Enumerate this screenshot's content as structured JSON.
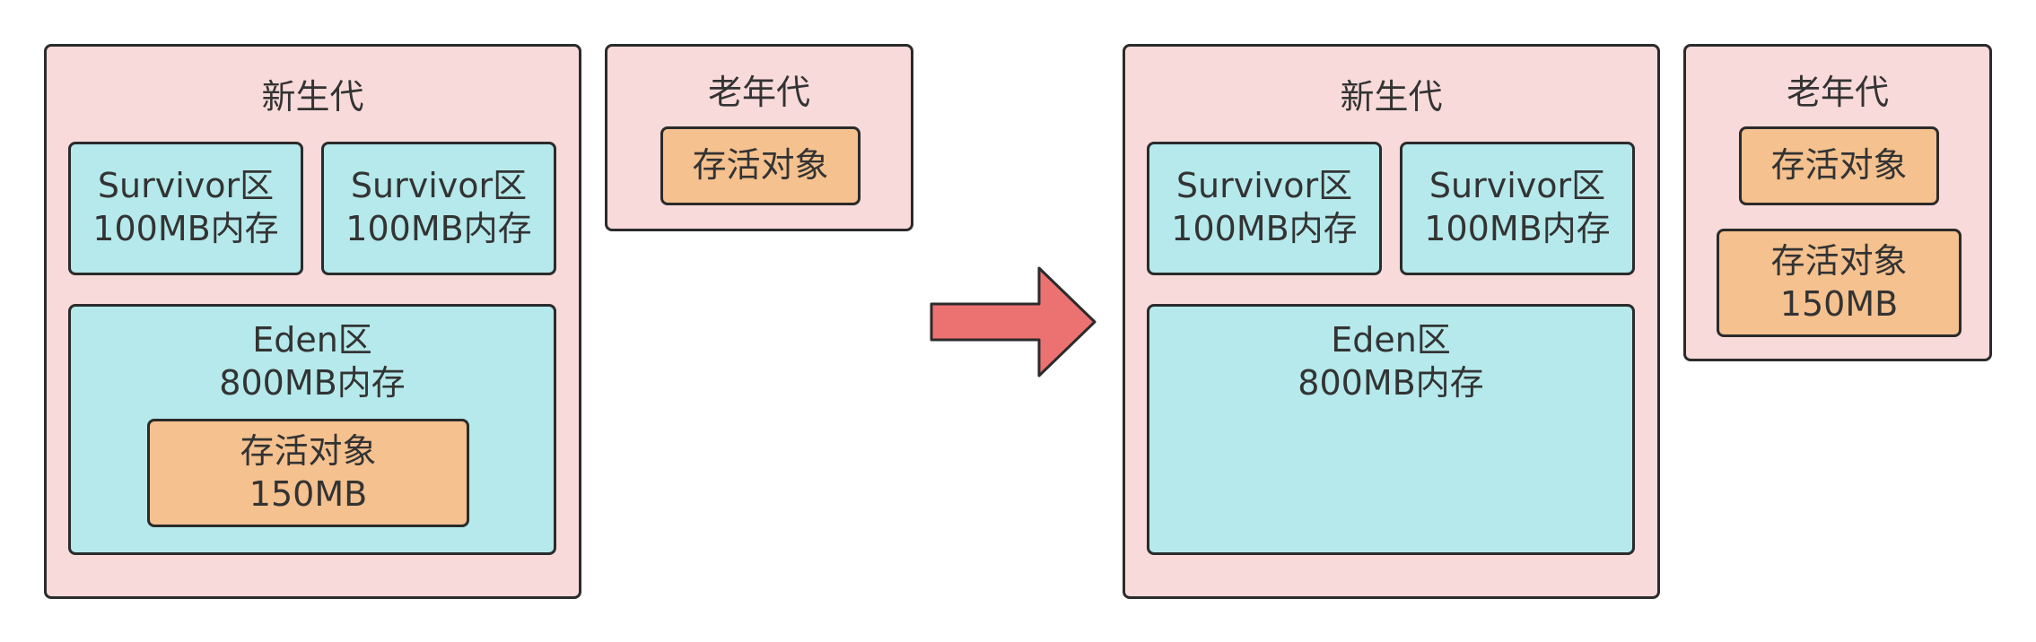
{
  "colors": {
    "generation_fill": "#f9dada",
    "region_fill": "#b5e9eb",
    "object_fill": "#f4c18f",
    "arrow_fill": "#ec7272",
    "border": "#2b2b2b"
  },
  "before": {
    "young_gen": {
      "title": "新生代",
      "survivor_1": {
        "name": "Survivor区",
        "size": "100MB内存"
      },
      "survivor_2": {
        "name": "Survivor区",
        "size": "100MB内存"
      },
      "eden": {
        "name": "Eden区",
        "size": "800MB内存",
        "object": {
          "label": "存活对象",
          "size": "150MB"
        }
      }
    },
    "old_gen": {
      "title": "老年代",
      "object_1": {
        "label": "存活对象"
      }
    }
  },
  "arrow_icon": "right-arrow-icon",
  "after": {
    "young_gen": {
      "title": "新生代",
      "survivor_1": {
        "name": "Survivor区",
        "size": "100MB内存"
      },
      "survivor_2": {
        "name": "Survivor区",
        "size": "100MB内存"
      },
      "eden": {
        "name": "Eden区",
        "size": "800MB内存"
      }
    },
    "old_gen": {
      "title": "老年代",
      "object_1": {
        "label": "存活对象"
      },
      "object_2": {
        "label": "存活对象",
        "size": "150MB"
      }
    }
  }
}
